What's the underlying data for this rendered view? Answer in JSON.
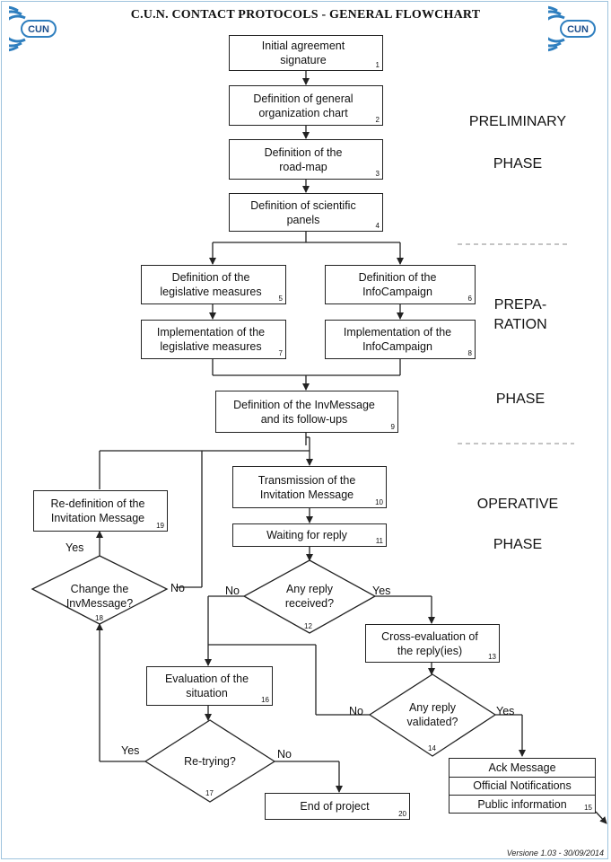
{
  "title": "C.U.N. CONTACT PROTOCOLS - GENERAL FLOWCHART",
  "logo_text": "CUN",
  "colors": {
    "logo_ring": "#2f7fbf",
    "logo_text": "#1d4f8c",
    "page_border": "#9ec3dd",
    "stroke": "#222222"
  },
  "nodes": {
    "n1": {
      "label": "Initial agreement\nsignature",
      "num": "1"
    },
    "n2": {
      "label": "Definition of general\norganization chart",
      "num": "2"
    },
    "n3": {
      "label": "Definition of the\nroad-map",
      "num": "3"
    },
    "n4": {
      "label": "Definition of scientific\npanels",
      "num": "4"
    },
    "n5": {
      "label": "Definition of the\nlegislative measures",
      "num": "5"
    },
    "n6": {
      "label": "Definition of the\nInfoCampaign",
      "num": "6"
    },
    "n7": {
      "label": "Implementation of the\nlegislative measures",
      "num": "7"
    },
    "n8": {
      "label": "Implementation of the\nInfoCampaign",
      "num": "8"
    },
    "n9": {
      "label": "Definition of the InvMessage\nand its follow-ups",
      "num": "9"
    },
    "n10": {
      "label": "Transmission of the\nInvitation Message",
      "num": "10"
    },
    "n11": {
      "label": "Waiting for reply",
      "num": "11"
    },
    "n12": {
      "label": "Any reply\nreceived?",
      "num": "12"
    },
    "n13": {
      "label": "Cross-evaluation of\nthe reply(ies)",
      "num": "13"
    },
    "n14": {
      "label": "Any reply\nvalidated?",
      "num": "14"
    },
    "n15": {
      "items": [
        "Ack Message",
        "Official Notifications",
        "Public information"
      ],
      "num": "15"
    },
    "n16": {
      "label": "Evaluation of the\nsituation",
      "num": "16"
    },
    "n17": {
      "label": "Re-trying?",
      "num": "17"
    },
    "n18": {
      "label": "Change the\nInvMessage?",
      "num": "18"
    },
    "n19": {
      "label": "Re-definition of the\nInvitation Message",
      "num": "19"
    },
    "n20": {
      "label": "End of project",
      "num": "20"
    }
  },
  "branch_labels": {
    "yes": "Yes",
    "no": "No"
  },
  "phases": {
    "preliminary_1": "PRELIMINARY",
    "preliminary_2": "PHASE",
    "preparation_1": "PREPA-\nRATION",
    "preparation_2": "PHASE",
    "operative_1": "OPERATIVE",
    "operative_2": "PHASE"
  },
  "version": "Versione 1.03 - 30/09/2014"
}
